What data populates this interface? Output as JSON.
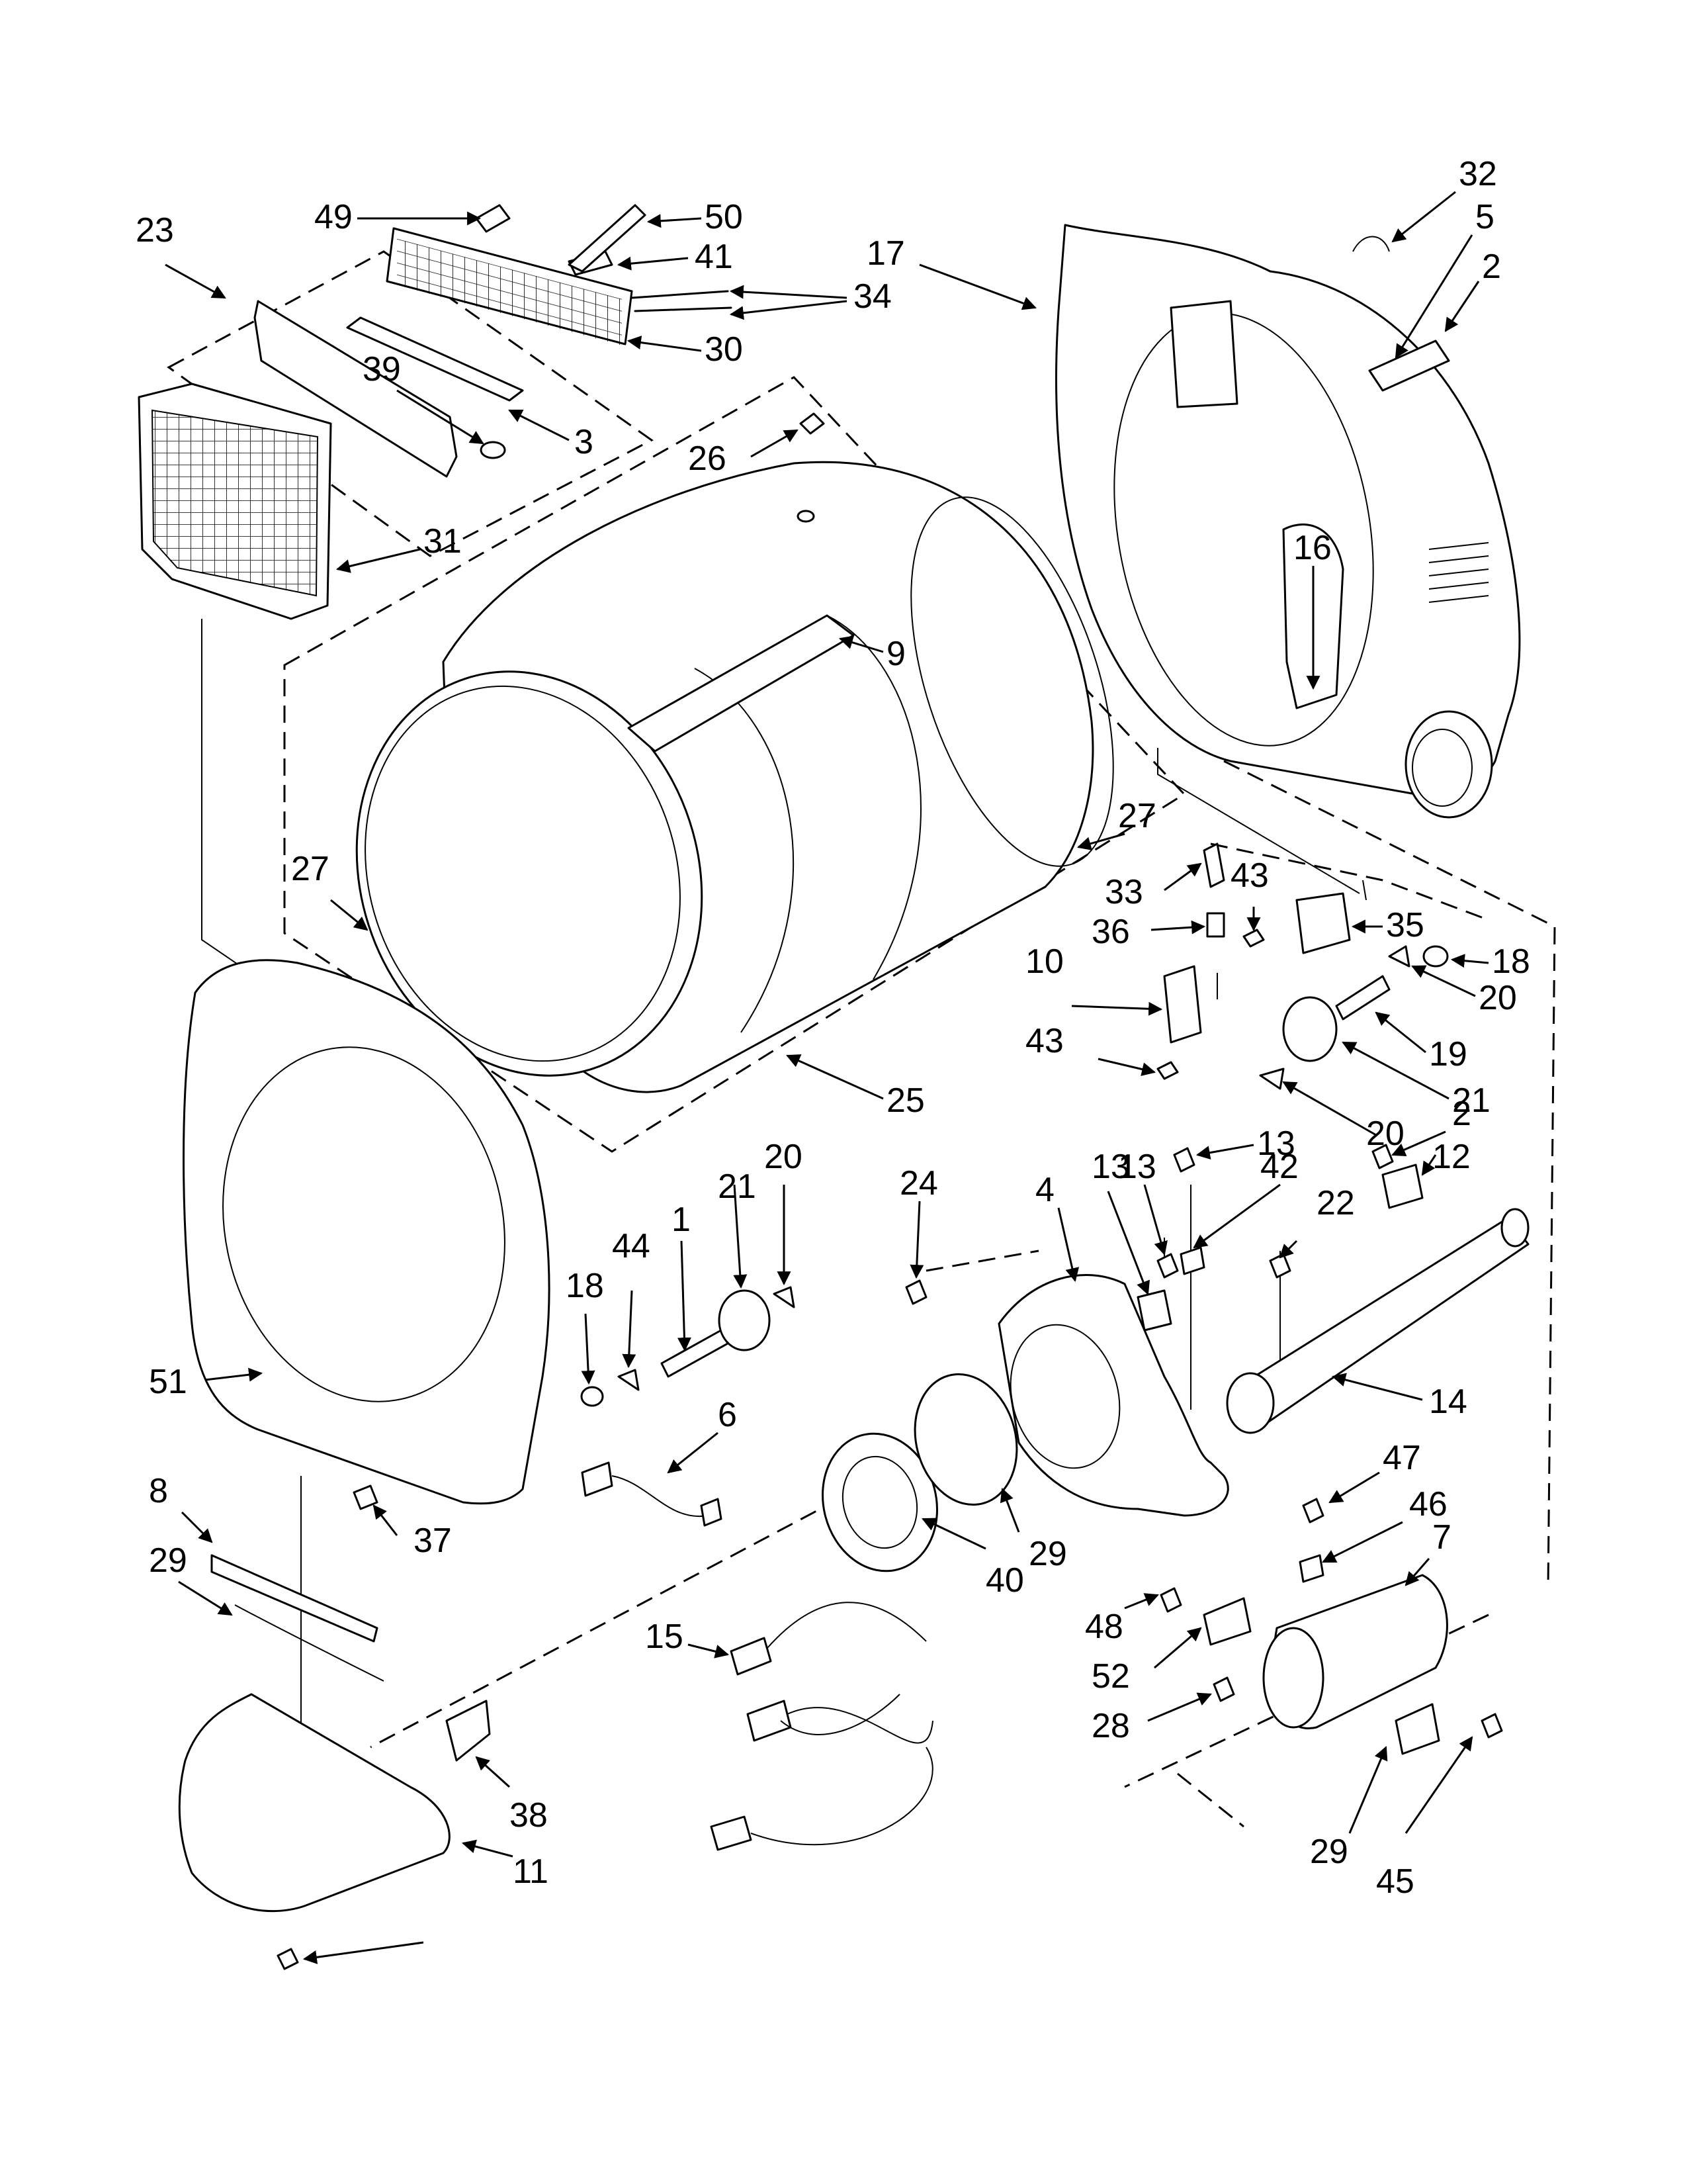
{
  "colors": {
    "ink": "#000000",
    "paper": "#ffffff"
  },
  "callouts": [
    {
      "id": "c23",
      "text": "23"
    },
    {
      "id": "c49",
      "text": "49"
    },
    {
      "id": "c50",
      "text": "50"
    },
    {
      "id": "c41",
      "text": "41"
    },
    {
      "id": "c34",
      "text": "34"
    },
    {
      "id": "c30",
      "text": "30"
    },
    {
      "id": "c39",
      "text": "39"
    },
    {
      "id": "c3",
      "text": "3"
    },
    {
      "id": "c31",
      "text": "31"
    },
    {
      "id": "c26",
      "text": "26"
    },
    {
      "id": "c9",
      "text": "9"
    },
    {
      "id": "c17",
      "text": "17"
    },
    {
      "id": "c32",
      "text": "32"
    },
    {
      "id": "c5",
      "text": "5"
    },
    {
      "id": "c2a",
      "text": "2"
    },
    {
      "id": "c16",
      "text": "16"
    },
    {
      "id": "c27a",
      "text": "27"
    },
    {
      "id": "c27b",
      "text": "27"
    },
    {
      "id": "c33",
      "text": "33"
    },
    {
      "id": "c43a",
      "text": "43"
    },
    {
      "id": "c36",
      "text": "36"
    },
    {
      "id": "c35",
      "text": "35"
    },
    {
      "id": "c18a",
      "text": "18"
    },
    {
      "id": "c10",
      "text": "10"
    },
    {
      "id": "c20a",
      "text": "20"
    },
    {
      "id": "c43b",
      "text": "43"
    },
    {
      "id": "c19",
      "text": "19"
    },
    {
      "id": "c21a",
      "text": "21"
    },
    {
      "id": "c20b",
      "text": "20"
    },
    {
      "id": "c25",
      "text": "25"
    },
    {
      "id": "c13a",
      "text": "13"
    },
    {
      "id": "c2b",
      "text": "2"
    },
    {
      "id": "c24",
      "text": "24"
    },
    {
      "id": "c13b",
      "text": "13"
    },
    {
      "id": "c42",
      "text": "42"
    },
    {
      "id": "c12",
      "text": "12"
    },
    {
      "id": "c20c",
      "text": "20"
    },
    {
      "id": "c21b",
      "text": "21"
    },
    {
      "id": "c1",
      "text": "1"
    },
    {
      "id": "c18b",
      "text": "18"
    },
    {
      "id": "c44",
      "text": "44"
    },
    {
      "id": "c4",
      "text": "4"
    },
    {
      "id": "c13c",
      "text": "13"
    },
    {
      "id": "c22",
      "text": "22"
    },
    {
      "id": "c14",
      "text": "14"
    },
    {
      "id": "c51",
      "text": "51"
    },
    {
      "id": "c6",
      "text": "6"
    },
    {
      "id": "c8",
      "text": "8"
    },
    {
      "id": "c37",
      "text": "37"
    },
    {
      "id": "c40",
      "text": "40"
    },
    {
      "id": "c29a",
      "text": "29"
    },
    {
      "id": "c47",
      "text": "47"
    },
    {
      "id": "c46",
      "text": "46"
    },
    {
      "id": "c7",
      "text": "7"
    },
    {
      "id": "c29b",
      "text": "29"
    },
    {
      "id": "c48",
      "text": "48"
    },
    {
      "id": "c52",
      "text": "52"
    },
    {
      "id": "c15",
      "text": "15"
    },
    {
      "id": "c28",
      "text": "28"
    },
    {
      "id": "c38",
      "text": "38"
    },
    {
      "id": "c29c",
      "text": "29"
    },
    {
      "id": "c45",
      "text": "45"
    },
    {
      "id": "c11",
      "text": "11"
    }
  ]
}
